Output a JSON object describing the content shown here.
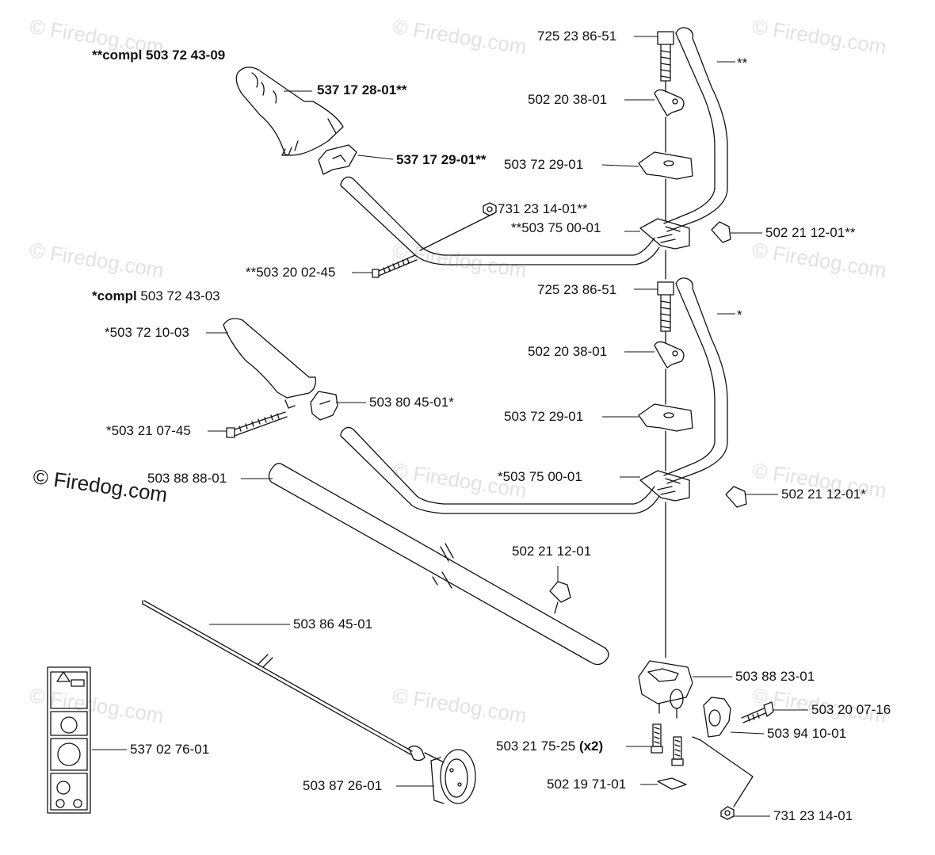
{
  "colors": {
    "line": "#111111",
    "watermark": "#e2e2e2",
    "background": "#ffffff"
  },
  "watermark": "© Firedog.com",
  "watermark_main": "© Firedog.com",
  "groups": {
    "top": {
      "prefix": "**compl",
      "part": "503 72 43-09"
    },
    "middle": {
      "prefix": "*compl",
      "part": "503 72 43-03"
    }
  },
  "labels": {
    "l01": "725 23 86-51",
    "l02": "**",
    "l03": "537 17 28-01**",
    "l04": "502 20 38-01",
    "l05": "537 17 29-01**",
    "l06": "503 72 29-01",
    "l07": "731 23 14-01**",
    "l08": "**503 75 00-01",
    "l09": "502 21 12-01**",
    "l10": "**503 20 02-45",
    "l11": "725 23 86-51",
    "l12": "*",
    "l13": "*503 72 10-03",
    "l14": "502 20 38-01",
    "l15": "503 80 45-01*",
    "l16": "503 72 29-01",
    "l17": "*503 21 07-45",
    "l18": "503 88 88-01",
    "l19": "*503 75 00-01",
    "l20": "502 21 12-01*",
    "l21": "502 21 12-01",
    "l22": "503 86 45-01",
    "l23": "503 88 23-01",
    "l24": "503 20 07-16",
    "l25": "503 94 10-01",
    "l26": "537 02 76-01",
    "l27a": "503 21 75-25",
    "l27b": "(x2)",
    "l28": "502 19 71-01",
    "l29": "503 87 26-01",
    "l30": "731 23 14-01"
  }
}
